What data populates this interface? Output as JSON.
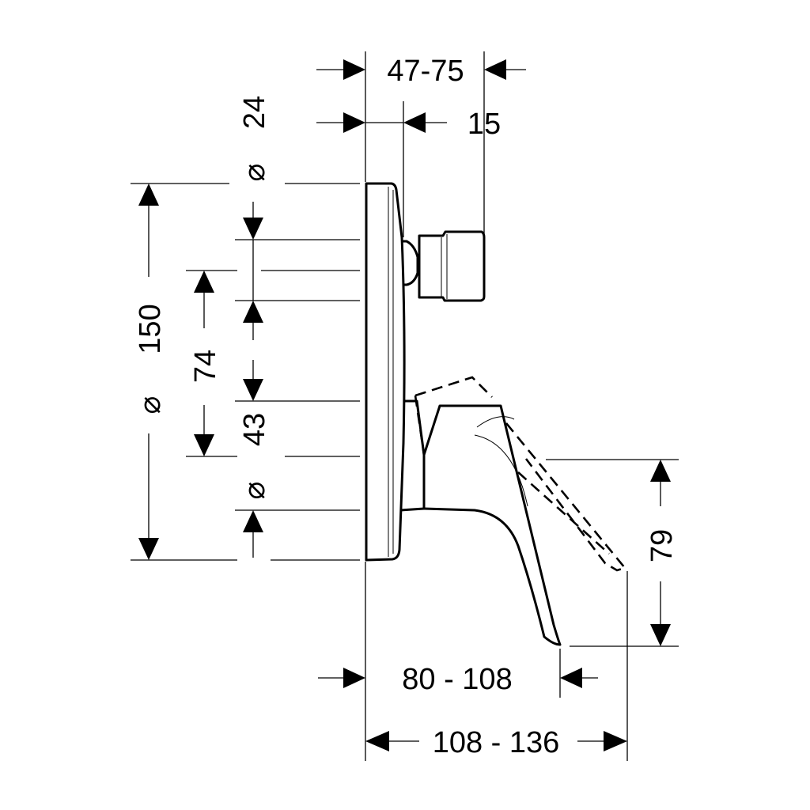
{
  "dimensions": {
    "projection_range": "47-75",
    "knob_depth": "15",
    "knob_diameter": "24",
    "plate_diameter": "150",
    "knob_center_offset": "74",
    "lever_diameter": "43",
    "spout_height": "79",
    "spout_reach": "80 - 108",
    "lever_reach": "108 - 136",
    "diameter_symbol": "⌀"
  }
}
